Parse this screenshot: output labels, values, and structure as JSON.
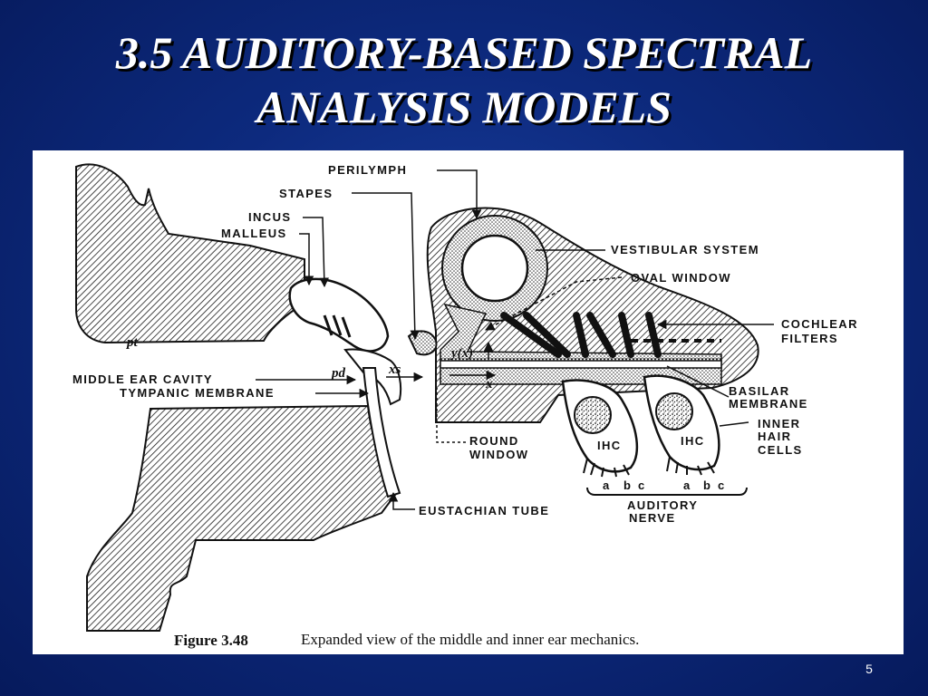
{
  "slide": {
    "title_line1": "3.5 AUDITORY-BASED SPECTRAL",
    "title_line2": "ANALYSIS MODELS",
    "page_number": "5"
  },
  "figure": {
    "labels": {
      "perilymph": "PERILYMPH",
      "stapes": "STAPES",
      "incus": "INCUS",
      "malleus": "MALLEUS",
      "vestibular_system": "VESTIBULAR SYSTEM",
      "oval_window": "OVAL WINDOW",
      "cochlear_filters_1": "COCHLEAR",
      "cochlear_filters_2": "FILTERS",
      "basilar_membrane_1": "BASILAR",
      "basilar_membrane_2": "MEMBRANE",
      "inner_hair_cells_1": "INNER",
      "inner_hair_cells_2": "HAIR",
      "inner_hair_cells_3": "CELLS",
      "middle_ear_cavity": "MIDDLE EAR CAVITY",
      "tympanic_membrane": "TYMPANIC MEMBRANE",
      "round_window_1": "ROUND",
      "round_window_2": "WINDOW",
      "eustachian_tube": "EUSTACHIAN TUBE",
      "auditory_nerve_1": "AUDITORY",
      "auditory_nerve_2": "NERVE",
      "ihc_1": "IHC",
      "ihc_2": "IHC",
      "fiber_a_1": "a",
      "fiber_b_1": "b",
      "fiber_c_1": "c",
      "fiber_a_2": "a",
      "fiber_b_2": "b",
      "fiber_c_2": "c"
    },
    "symbols": {
      "p_t": "pt",
      "p_d": "pd",
      "x_s": "xs",
      "y_x": "y(x)",
      "x": "x"
    },
    "caption_number": "Figure 3.48",
    "caption_text": "Expanded view of the middle and inner ear mechanics."
  }
}
